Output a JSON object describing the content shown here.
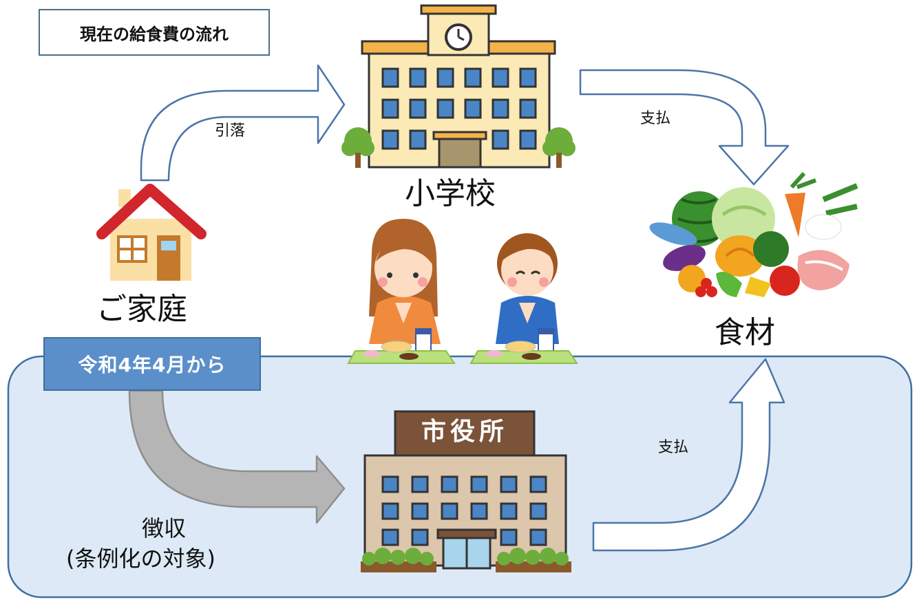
{
  "title": "現在の給食費の流れ",
  "badge": "令和4年4月から",
  "nodes": {
    "home": "ご家庭",
    "school": "小学校",
    "food": "食材",
    "cityhall_sign": "市役所"
  },
  "edges": {
    "home_to_school": "引落",
    "school_to_food": "支払",
    "home_to_city_line1": "徴収",
    "home_to_city_line2": "(条例化の対象)",
    "city_to_food": "支払"
  },
  "colors": {
    "region_fill": "#dde9f6",
    "region_stroke": "#3f6e9f",
    "badge": "#5b8fca",
    "arrow_outline": "#4a75a8",
    "gray_arrow": "#b5b5b5"
  }
}
